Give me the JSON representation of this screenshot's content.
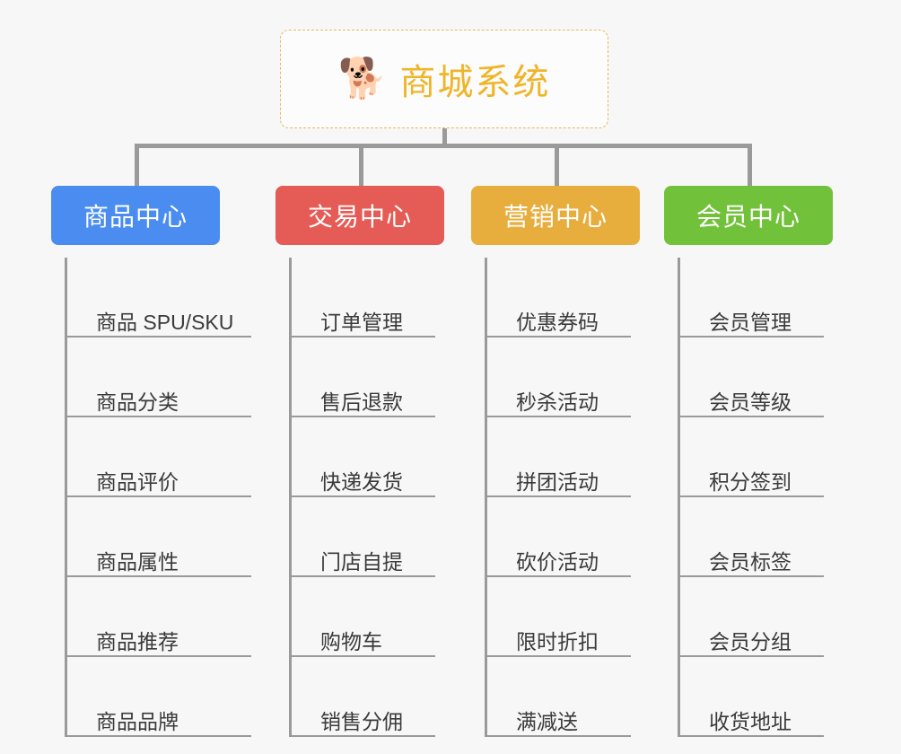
{
  "root": {
    "icon": "shiba-inu-emoji",
    "emoji": "🐕",
    "title": "商城系统",
    "accent_color": "#f0b429",
    "border_color": "#e8b860"
  },
  "connector_color": "#9a9a9a",
  "background_color": "#f7f7f7",
  "columns": [
    {
      "id": "product-center",
      "header": "商品中心",
      "color": "#4a8cf0",
      "color_name": "blue",
      "items": [
        {
          "label": "商品 SPU/SKU",
          "width": "w-wide"
        },
        {
          "label": "商品分类",
          "width": "w-mid"
        },
        {
          "label": "商品评价",
          "width": "w-mid"
        },
        {
          "label": "商品属性",
          "width": "w-mid"
        },
        {
          "label": "商品推荐",
          "width": "w-mid"
        },
        {
          "label": "商品品牌",
          "width": "w-mid"
        }
      ]
    },
    {
      "id": "trade-center",
      "header": "交易中心",
      "color": "#e55b55",
      "color_name": "red",
      "items": [
        {
          "label": "订单管理",
          "width": "w-mid"
        },
        {
          "label": "售后退款",
          "width": "w-mid"
        },
        {
          "label": "快递发货",
          "width": "w-mid"
        },
        {
          "label": "门店自提",
          "width": "w-mid"
        },
        {
          "label": "购物车",
          "width": "w-short"
        },
        {
          "label": "销售分佣",
          "width": "w-mid"
        }
      ]
    },
    {
      "id": "marketing-center",
      "header": "营销中心",
      "color": "#e8ae3d",
      "color_name": "orange",
      "items": [
        {
          "label": "优惠券码",
          "width": "w-mid"
        },
        {
          "label": "秒杀活动",
          "width": "w-mid"
        },
        {
          "label": "拼团活动",
          "width": "w-mid"
        },
        {
          "label": "砍价活动",
          "width": "w-mid"
        },
        {
          "label": "限时折扣",
          "width": "w-mid"
        },
        {
          "label": "满减送",
          "width": "w-short"
        }
      ]
    },
    {
      "id": "member-center",
      "header": "会员中心",
      "color": "#72c13b",
      "color_name": "green",
      "items": [
        {
          "label": "会员管理",
          "width": "w-mid"
        },
        {
          "label": "会员等级",
          "width": "w-mid"
        },
        {
          "label": "积分签到",
          "width": "w-mid"
        },
        {
          "label": "会员标签",
          "width": "w-mid"
        },
        {
          "label": "会员分组",
          "width": "w-mid"
        },
        {
          "label": "收货地址",
          "width": "w-mid"
        }
      ]
    }
  ]
}
